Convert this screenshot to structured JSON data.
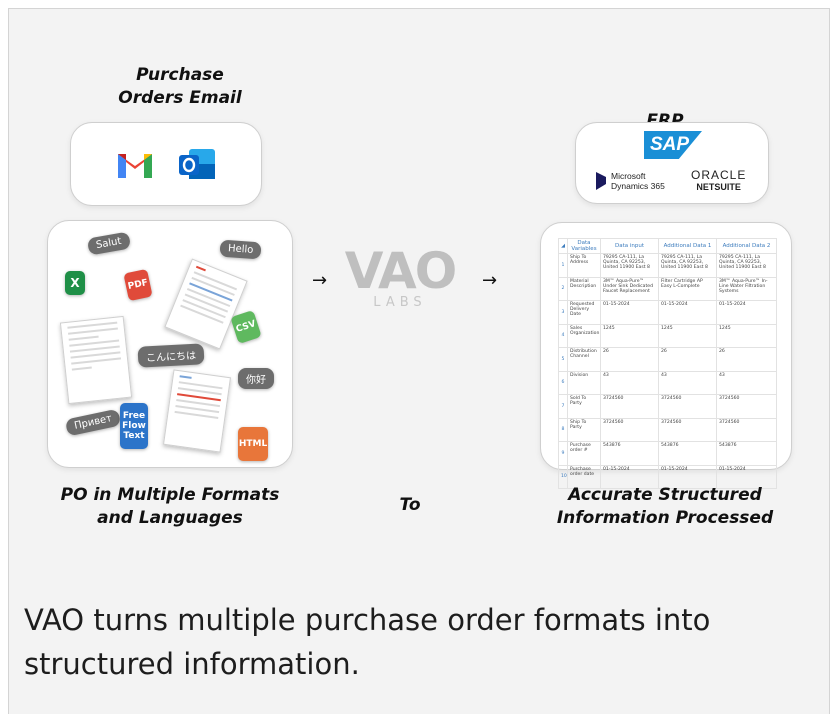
{
  "labels": {
    "email_source": "Purchase\nOrders Email",
    "erp": "ERP",
    "po_formats": "PO in Multiple Formats\nand Languages",
    "to": "To",
    "accurate": "Accurate Structured\nInformation Processed"
  },
  "caption": "VAO turns multiple purchase order formats into structured information.",
  "center_logo": {
    "main": "VAO",
    "sub": "LABS"
  },
  "arrows": [
    "→",
    "→"
  ],
  "erp_logos": {
    "sap": "SAP",
    "msdyn_line1": "Microsoft",
    "msdyn_line2": "Dynamics 365",
    "oracle_line1": "ORACLE",
    "oracle_line2": "NETSUITE"
  },
  "email_icons": [
    "gmail-icon",
    "outlook-icon"
  ],
  "chips": {
    "salut": "Salut",
    "hello": "Hello",
    "konnichiwa": "こんにちは",
    "nihao": "你好",
    "privet": "Привет"
  },
  "file_badges": {
    "excel": "X",
    "pdf": "PDF",
    "csv": "CSV",
    "free": "Free\nFlow\nText",
    "html": "HTML"
  },
  "table": {
    "headers": [
      "Data Variables",
      "Data input",
      "Additional Data 1",
      "Additional Data 2"
    ],
    "rows": [
      [
        "1",
        "Ship To Address",
        "79295 CA-111, La Quinta, CA 92253, United 11900 East 8",
        "79295 CA-111, La Quinta, CA 92253, United 11900 East 8",
        "79295 CA-111, La Quinta, CA 92253, United 11900 East 8"
      ],
      [
        "2",
        "Material Description",
        "3M™ Aqua-Pure™ Under Sink Dedicated Faucet Replacement",
        "Filter Cartridge AP Easy L-Complete",
        "3M™ Aqua-Pure™ In-Line Water Filtration Systems"
      ],
      [
        "3",
        "Requested Delivery Date",
        "01-15-2024",
        "01-15-2024",
        "01-15-2024"
      ],
      [
        "4",
        "Sales Organization",
        "1245",
        "1245",
        "1245"
      ],
      [
        "5",
        "Distribution Channel",
        "26",
        "26",
        "26"
      ],
      [
        "6",
        "Division",
        "43",
        "43",
        "43"
      ],
      [
        "7",
        "Sold To Party",
        "3724560",
        "3724560",
        "3724560"
      ],
      [
        "8",
        "Ship To Party",
        "3724560",
        "3724560",
        "3724560"
      ],
      [
        "9",
        "Purchase order #",
        "543876",
        "543876",
        "543876"
      ],
      [
        "10",
        "Purchase order date",
        "01-15-2024",
        "01-15-2024",
        "01-15-2024"
      ]
    ]
  },
  "colors": {
    "gmail_red": "#ea4335",
    "outlook_blue": "#0a64c8",
    "sap_blue": "#1a8fd6",
    "excel_green": "#1f8f47",
    "pdf_red": "#e04a3a",
    "csv_green": "#5fb95f",
    "freeflow_blue": "#2c74c9",
    "html_orange": "#e8763a"
  }
}
